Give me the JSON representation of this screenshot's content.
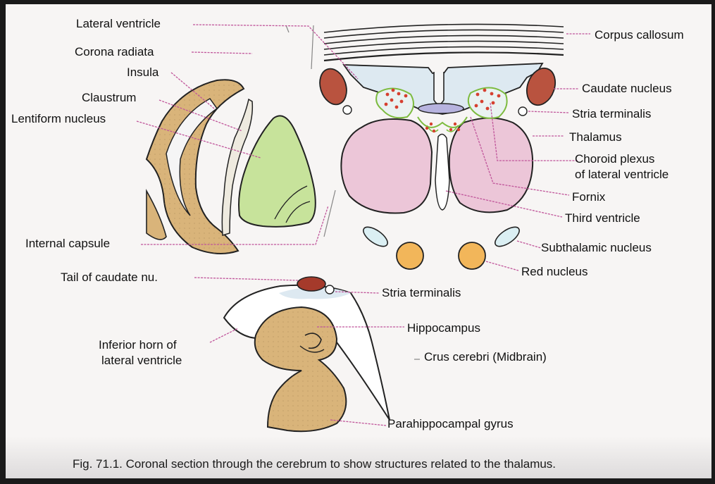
{
  "labels": {
    "lateral_ventricle": "Lateral ventricle",
    "corona_radiata": "Corona radiata",
    "insula": "Insula",
    "claustrum": "Claustrum",
    "lentiform_nucleus": "Lentiform nucleus",
    "internal_capsule": "Internal capsule",
    "tail_of_caudate": "Tail of caudate nu.",
    "inferior_horn_line1": "Inferior horn of",
    "inferior_horn_line2": "lateral ventricle",
    "corpus_callosum": "Corpus callosum",
    "caudate_nucleus": "Caudate nucleus",
    "stria_terminalis_upper": "Stria terminalis",
    "thalamus": "Thalamus",
    "choroid_plexus_line1": "Choroid plexus",
    "choroid_plexus_line2": "of lateral ventricle",
    "fornix": "Fornix",
    "third_ventricle": "Third ventricle",
    "subthalamic_nucleus": "Subthalamic nucleus",
    "red_nucleus": "Red nucleus",
    "stria_terminalis_lower": "Stria terminalis",
    "hippocampus": "Hippocampus",
    "crus_cerebri": "Crus cerebri (Midbrain)",
    "parahippocampal_gyrus": "Parahippocampal gyrus"
  },
  "caption": "Fig. 71.1. Coronal section through the cerebrum to show structures related to the thalamus.",
  "colors": {
    "leader_line": "#c0559a",
    "thalamus_fill": "#ecc6d8",
    "lentiform_fill": "#c7e39b",
    "gyrus_fill": "#d9b47a",
    "caudate_fill": "#b9533f",
    "red_nucleus_fill": "#f2b65a",
    "ventricle_fill": "#dde9f1",
    "choroid_dots": "#d6402f"
  }
}
